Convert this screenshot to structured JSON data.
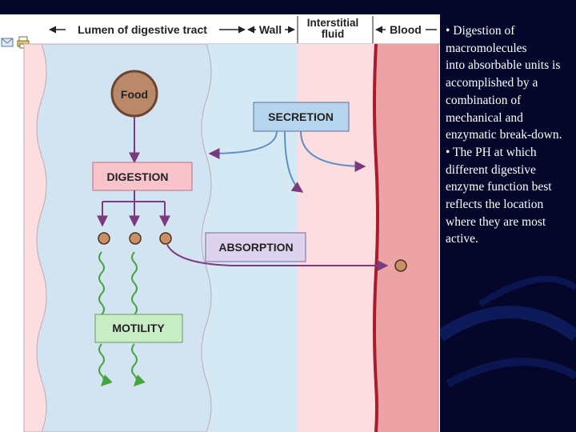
{
  "header": {
    "lumen_label": "Lumen of digestive tract",
    "wall_label": "Wall",
    "interstitial_label_line1": "Interstitial",
    "interstitial_label_line2": "fluid",
    "blood_label": "Blood"
  },
  "diagram": {
    "food_label": "Food",
    "secretion_label": "SECRETION",
    "digestion_label": "DIGESTION",
    "absorption_label": "ABSORPTION",
    "motility_label": "MOTILITY"
  },
  "side_text": {
    "paragraph1": "• Digestion of macromolecules\n into absorbable units is accomplished by a combination of mechanical and enzymatic break-down.",
    "paragraph2": "• The PH at which different digestive enzyme function best reflects the location where they are most active."
  },
  "toolbar": {
    "icons": [
      "mail-icon",
      "print-icon"
    ]
  },
  "colors": {
    "lumen": "#d2e3f2",
    "wall": "#d4e9f4",
    "interstitial": "#fcdde0",
    "blood": "#eda3a5",
    "arrow": "#7a3a7d",
    "secretion_box": "#b7d4ef",
    "digestion_box": "#f9c3cc",
    "absorption_box": "#ddd3ee",
    "motility_box": "#c8ecc4",
    "wave_green": "#46a43c",
    "particle": "#c98f65"
  }
}
